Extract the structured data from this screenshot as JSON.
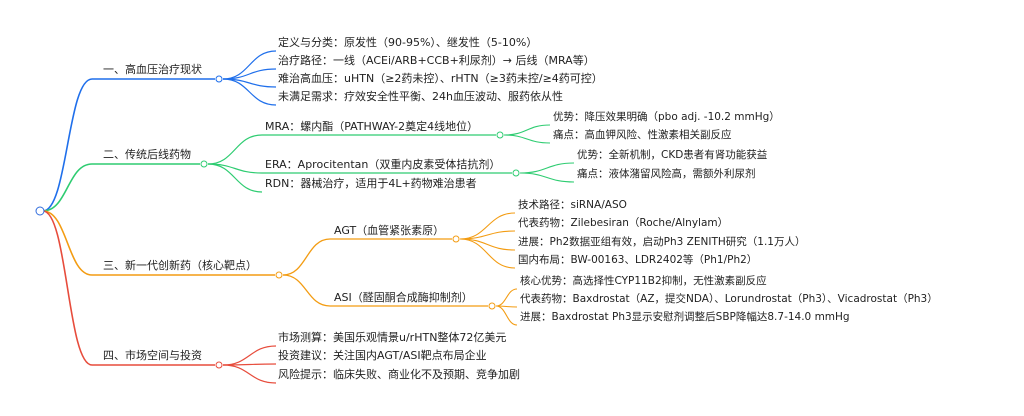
{
  "mindmap": {
    "branches": [
      {
        "label": "一、高血压治疗现状",
        "color": "#1f6feb",
        "children": [
          {
            "label": "定义与分类：原发性（90-95%）、继发性（5-10%）"
          },
          {
            "label": "治疗路径：一线（ACEi/ARB+CCB+利尿剂）→ 后线（MRA等）"
          },
          {
            "label": "难治高血压：uHTN（≥2药未控）、rHTN（≥3药未控/≥4药可控）"
          },
          {
            "label": "未满足需求：疗效安全性平衡、24h血压波动、服药依从性"
          }
        ]
      },
      {
        "label": "二、传统后线药物",
        "color": "#2ecc71",
        "children": [
          {
            "label": "MRA：螺内酯（PATHWAY-2奠定4线地位）",
            "children": [
              {
                "label": "优势：降压效果明确（pbo adj. -10.2 mmHg）"
              },
              {
                "label": "痛点：高血钾风险、性激素相关副反应"
              }
            ]
          },
          {
            "label": "ERA：Aprocitentan（双重内皮素受体拮抗剂）",
            "children": [
              {
                "label": "优势：全新机制，CKD患者有肾功能获益"
              },
              {
                "label": "痛点：液体潴留风险高，需额外利尿剂"
              }
            ]
          },
          {
            "label": "RDN：器械治疗，适用于4L+药物难治患者"
          }
        ]
      },
      {
        "label": "三、新一代创新药（核心靶点）",
        "color": "#f39c12",
        "children": [
          {
            "label": "AGT（血管紧张素原）",
            "children": [
              {
                "label": "技术路径：siRNA/ASO"
              },
              {
                "label": "代表药物：Zilebesiran（Roche/Alnylam）"
              },
              {
                "label": "进展：Ph2数据亚组有效，启动Ph3 ZENITH研究（1.1万人）"
              },
              {
                "label": "国内布局：BW-00163、LDR2402等（Ph1/Ph2）"
              }
            ]
          },
          {
            "label": "ASI（醛固酮合成酶抑制剂）",
            "children": [
              {
                "label": "核心优势：高选择性CYP11B2抑制，无性激素副反应"
              },
              {
                "label": "代表药物：Baxdrostat（AZ，提交NDA）、Lorundrostat（Ph3）、Vicadrostat（Ph3）"
              },
              {
                "label": "进展：Baxdrostat Ph3显示安慰剂调整后SBP降幅达8.7-14.0 mmHg"
              }
            ]
          }
        ]
      },
      {
        "label": "四、市场空间与投资",
        "color": "#e74c3c",
        "children": [
          {
            "label": "市场测算：美国乐观情景u/rHTN整体72亿美元"
          },
          {
            "label": "投资建议：关注国内AGT/ASI靶点布局企业"
          },
          {
            "label": "风险提示：临床失败、商业化不及预期、竞争加剧"
          }
        ]
      }
    ]
  }
}
